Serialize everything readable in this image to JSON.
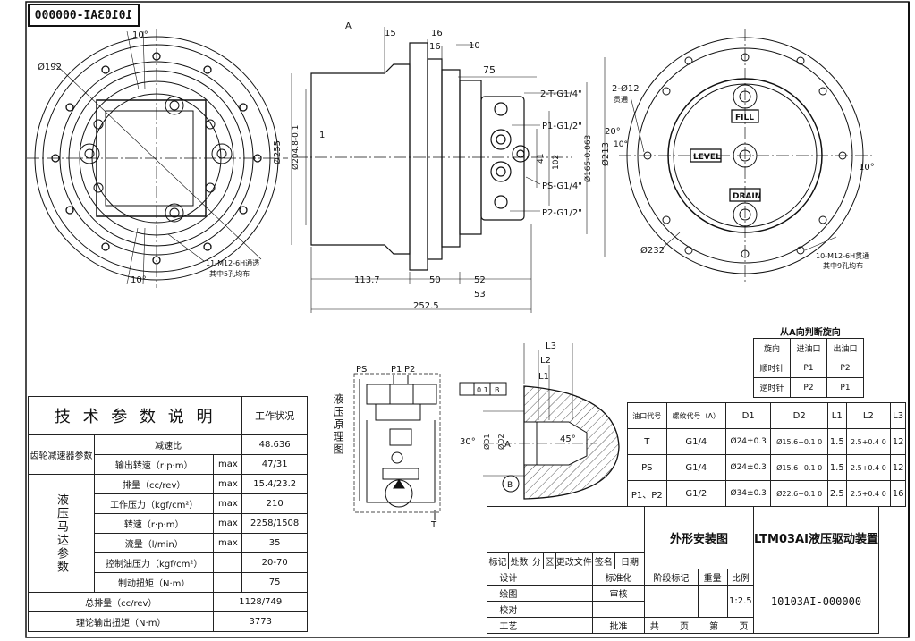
{
  "drawing_code": "10103AI-000000",
  "front_view": {
    "dims": [
      "10°",
      "Ø192",
      "10°"
    ],
    "callout": [
      "11-M12-6H通透",
      "其中5孔均布"
    ]
  },
  "side_view": {
    "section_mark": "A",
    "top_dims": [
      "15",
      "16",
      "16",
      "10",
      "75"
    ],
    "left_dims": [
      "Ø255",
      "Ø204.8-0.1",
      "1"
    ],
    "right_dims": [
      "41",
      "102",
      "Ø165-0.063",
      "Ø213"
    ],
    "port_labels": [
      "2-T-G1/4\"",
      "P1-G1/2\"",
      "PS-G1/4\"",
      "P2-G1/2\""
    ],
    "bottom_dims": [
      "113.7",
      "50",
      "52",
      "53",
      "252.5"
    ]
  },
  "rear_view": {
    "dims": [
      "2-Ø12",
      "贯通",
      "20°",
      "10°",
      "10°",
      "Ø232"
    ],
    "labels": [
      "FILL",
      "LEVEL",
      "DRAIN"
    ],
    "callout": [
      "10-M12-6H贯通",
      "其中9孔均布"
    ]
  },
  "hydraulic_schematic": {
    "title": "液压原理图",
    "ports": [
      "PS",
      "P1",
      "P2",
      "T"
    ]
  },
  "port_detail": {
    "labels": [
      "L3",
      "L2",
      "L1",
      "0.1",
      "B",
      "30°",
      "ØD1",
      "ØD2",
      "A",
      "45°",
      "B"
    ]
  },
  "rotation_table": {
    "title": "从A向判断旋向",
    "header": [
      "旋向",
      "进油口",
      "出油口"
    ],
    "rows": [
      [
        "顺时针",
        "P1",
        "P2"
      ],
      [
        "逆时针",
        "P2",
        "P1"
      ]
    ]
  },
  "dimension_table": {
    "header": [
      "油口代号",
      "螺纹代号（A）",
      "D1",
      "D2",
      "L1",
      "L2",
      "L3"
    ],
    "rows": [
      [
        "T",
        "G1/4",
        "Ø24±0.3",
        "Ø15.6+0.1 0",
        "1.5",
        "2.5+0.4 0",
        "12"
      ],
      [
        "PS",
        "G1/4",
        "Ø24±0.3",
        "Ø15.6+0.1 0",
        "1.5",
        "2.5+0.4 0",
        "12"
      ],
      [
        "P1、P2",
        "G1/2",
        "Ø34±0.3",
        "Ø22.6+0.1 0",
        "2.5",
        "2.5+0.4 0",
        "16"
      ]
    ]
  },
  "spec_table": {
    "title": "技 术 参 数 说 明",
    "condition_header": "工作状况",
    "gear_group": "齿轮减速器参数",
    "motor_group": "液压马达参数",
    "rows": [
      {
        "label": "减速比",
        "unit": "",
        "value": "48.636"
      },
      {
        "label": "输出转速（r·p·m）",
        "unit": "max",
        "value": "47/31"
      },
      {
        "label": "排量（cc/rev）",
        "unit": "max",
        "value": "15.4/23.2"
      },
      {
        "label": "工作压力（kgf/cm²）",
        "unit": "max",
        "value": "210"
      },
      {
        "label": "转速（r·p·m）",
        "unit": "max",
        "value": "2258/1508"
      },
      {
        "label": "流量（l/min）",
        "unit": "max",
        "value": "35"
      },
      {
        "label": "控制油压力（kgf/cm²）",
        "unit": "",
        "value": "20-70"
      },
      {
        "label": "制动扭矩（N·m）",
        "unit": "",
        "value": "75"
      }
    ],
    "total_rows": [
      {
        "label": "总排量（cc/rev）",
        "value": "1128/749"
      },
      {
        "label": "理论输出扭矩（N·m）",
        "value": "3773"
      }
    ]
  },
  "title_block": {
    "drawing_name": "外形安装图",
    "product_name": "LTM03AI液压驱动装置",
    "change_header": [
      "标记",
      "处数",
      "分",
      "区",
      "更改文件",
      "签名",
      "日期"
    ],
    "roles": [
      "设计",
      "绘图",
      "校对",
      "工艺"
    ],
    "approvals": [
      "标准化",
      "审核",
      "批准"
    ],
    "stage_mark": "阶段标记",
    "weight": "重量",
    "scale_label": "比例",
    "scale": "1:2.5",
    "sheet_total": "共",
    "sheet_page": "页",
    "sheet_no": "第",
    "sheet_page2": "页",
    "code": "10103AI-000000"
  }
}
